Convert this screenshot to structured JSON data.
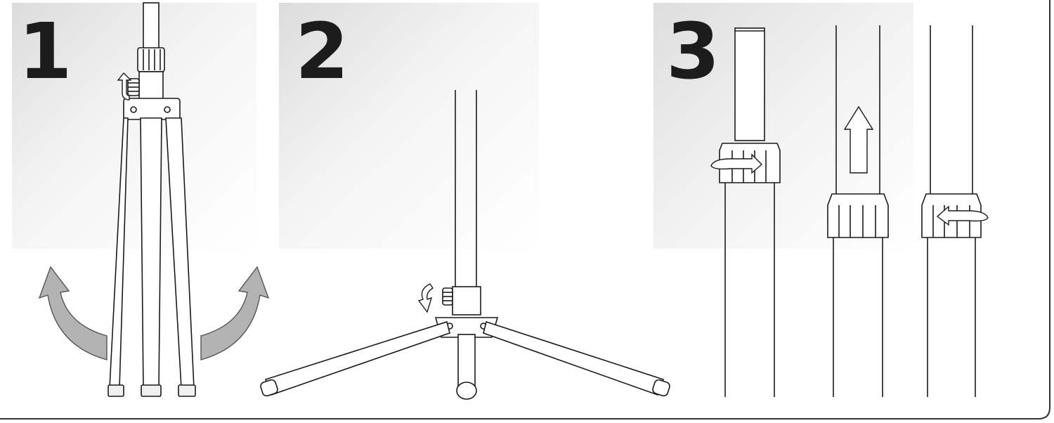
{
  "steps": [
    {
      "number": "1",
      "illustration": "tripod-legs-unfold"
    },
    {
      "number": "2",
      "illustration": "tripod-legs-spread-lock"
    },
    {
      "number": "3",
      "illustration": "telescopic-pole-extend"
    }
  ],
  "colors": {
    "line": "#1a1a1a",
    "arrow_fill": "#b0b0b0",
    "panel_light": "#ffffff",
    "panel_dark": "#e2e2e2",
    "frame": "#333333"
  },
  "icons": [
    "rotate-arrow-icon",
    "curved-arrow-icon",
    "up-arrow-icon",
    "twist-arrow-icon"
  ]
}
